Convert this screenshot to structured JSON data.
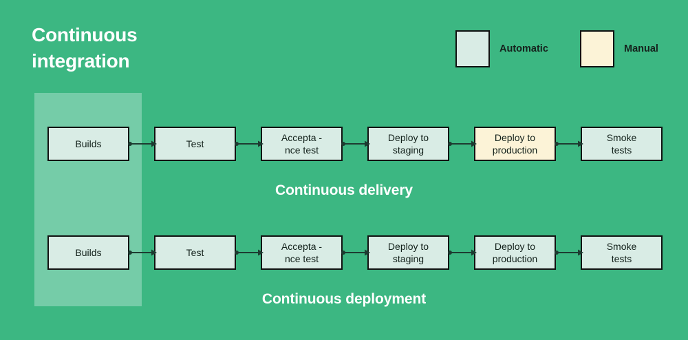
{
  "diagram": {
    "title": "Continuous\nintegration",
    "background_color": "#3cb782",
    "band_color": "#75cca8",
    "automatic_color": "#d9ece5",
    "manual_color": "#fcf3d7",
    "border_color": "#111111"
  },
  "legend": {
    "items": [
      {
        "label": "Automatic",
        "swatch_name": "automatic-swatch",
        "color": "#d9ece5"
      },
      {
        "label": "Manual",
        "swatch_name": "manual-swatch",
        "color": "#fcf3d7"
      }
    ]
  },
  "rows": [
    {
      "caption": "Continuous delivery",
      "nodes": [
        {
          "label": "Builds",
          "type": "Automatic"
        },
        {
          "label": "Test",
          "type": "Automatic"
        },
        {
          "label": "Accepta -\nnce test",
          "type": "Automatic"
        },
        {
          "label": "Deploy to\nstaging",
          "type": "Automatic"
        },
        {
          "label": "Deploy to\nproduction",
          "type": "Manual"
        },
        {
          "label": "Smoke\ntests",
          "type": "Automatic"
        }
      ]
    },
    {
      "caption": "Continuous deployment",
      "nodes": [
        {
          "label": "Builds",
          "type": "Automatic"
        },
        {
          "label": "Test",
          "type": "Automatic"
        },
        {
          "label": "Accepta -\nnce test",
          "type": "Automatic"
        },
        {
          "label": "Deploy to\nstaging",
          "type": "Automatic"
        },
        {
          "label": "Deploy to\nproduction",
          "type": "Automatic"
        },
        {
          "label": "Smoke\ntests",
          "type": "Automatic"
        }
      ]
    }
  ]
}
